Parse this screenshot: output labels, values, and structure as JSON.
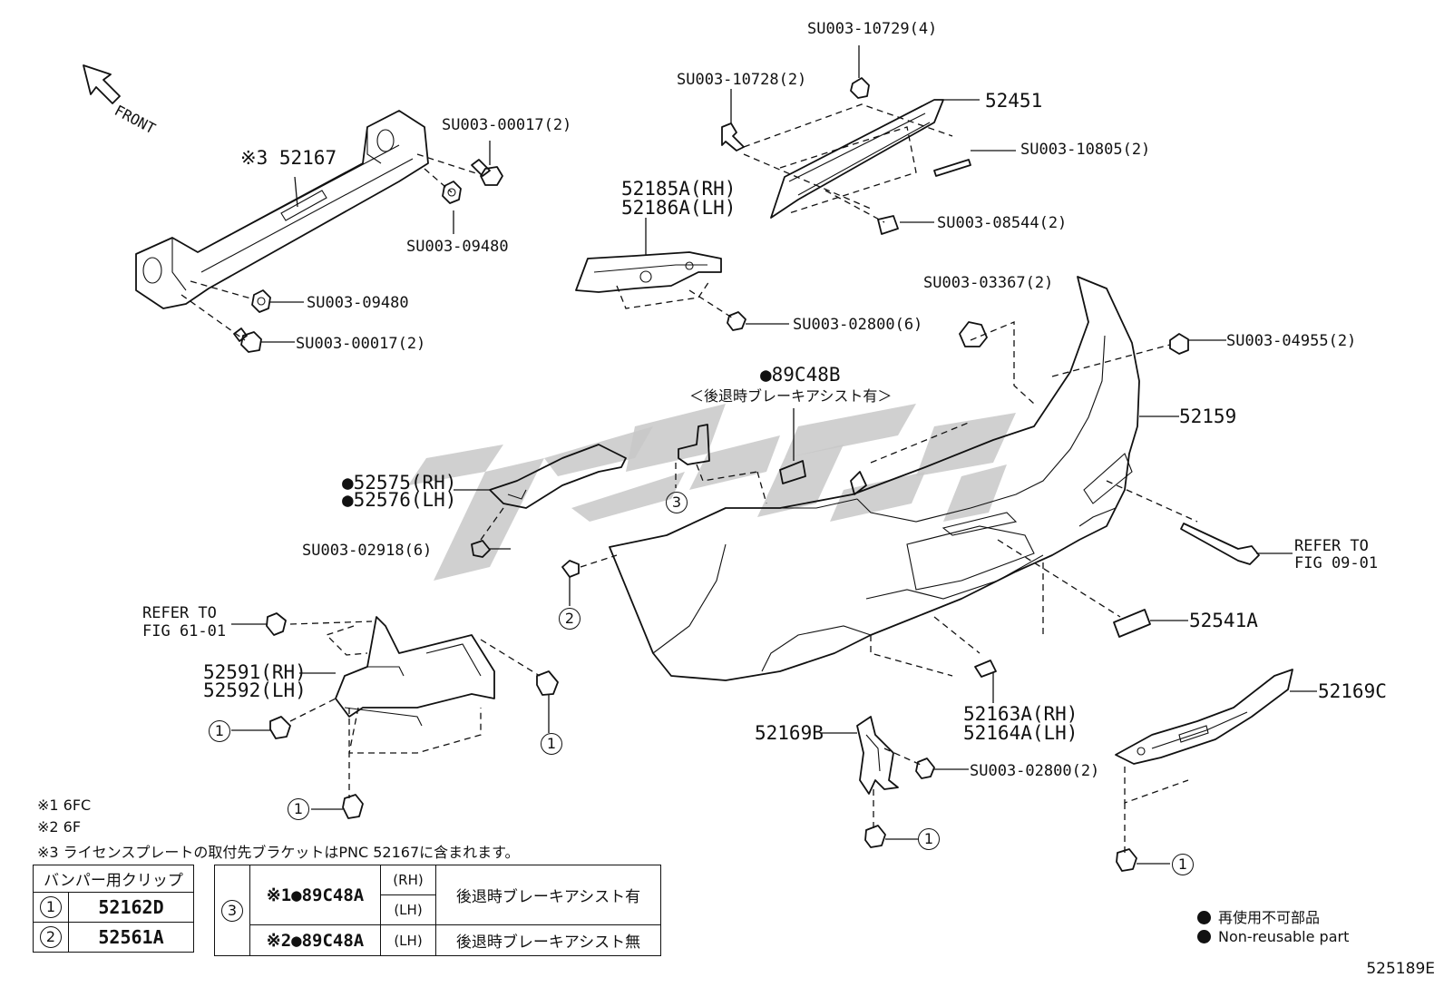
{
  "diagram_id": "525189E",
  "front_label": "FRONT",
  "labels": {
    "p52167": "※3 52167",
    "su_00017_top": "SU003-00017(2)",
    "su_09480_top": "SU003-09480",
    "su_09480_mid": "SU003-09480",
    "su_00017_bot": "SU003-00017(2)",
    "su_10729": "SU003-10729(4)",
    "su_10728": "SU003-10728(2)",
    "p52451": "52451",
    "su_10805": "SU003-10805(2)",
    "su_08544": "SU003-08544(2)",
    "p52185a": "52185A(RH)",
    "p52186a": "52186A(LH)",
    "su_02800_6": "SU003-02800(6)",
    "su_03367": "SU003-03367(2)",
    "su_04955": "SU003-04955(2)",
    "p89c48b": "●89C48B",
    "brake_assist_note": "＜後退時ブレーキアシスト有＞",
    "p52159": "52159",
    "p52575": "●52575(RH)",
    "p52576": "●52576(LH)",
    "su_02918": "SU003-02918(6)",
    "refer_61_line1": "REFER TO",
    "refer_61_line2": "FIG 61-01",
    "refer_09_line1": "REFER TO",
    "refer_09_line2": "FIG 09-01",
    "p52591": "52591(RH)",
    "p52592": "52592(LH)",
    "p52541a": "52541A",
    "p52163a": "52163A(RH)",
    "p52164a": "52164A(LH)",
    "p52169b": "52169B",
    "su_02800_2": "SU003-02800(2)",
    "p52169c": "52169C"
  },
  "callouts": {
    "one": "1",
    "two": "2",
    "three": "3"
  },
  "notes": {
    "n1": "※1 6FC",
    "n2": "※2 6F",
    "n3": "※3 ライセンスプレートの取付先ブラケットはPNC 52167に含まれます。"
  },
  "clip_table": {
    "header": "バンパー用クリップ",
    "rows": [
      {
        "key": "1",
        "part": "52162D"
      },
      {
        "key": "2",
        "part": "52561A"
      }
    ]
  },
  "assist_table": {
    "key": "3",
    "row1_part": "※1●89C48A",
    "row2_part": "※2●89C48A",
    "rh": "(RH)",
    "lh": "(LH)",
    "with_assist": "後退時ブレーキアシスト有",
    "without_assist": "後退時ブレーキアシスト無"
  },
  "legend": {
    "jp": "再使用不可部品",
    "en": "Non-reusable part"
  }
}
